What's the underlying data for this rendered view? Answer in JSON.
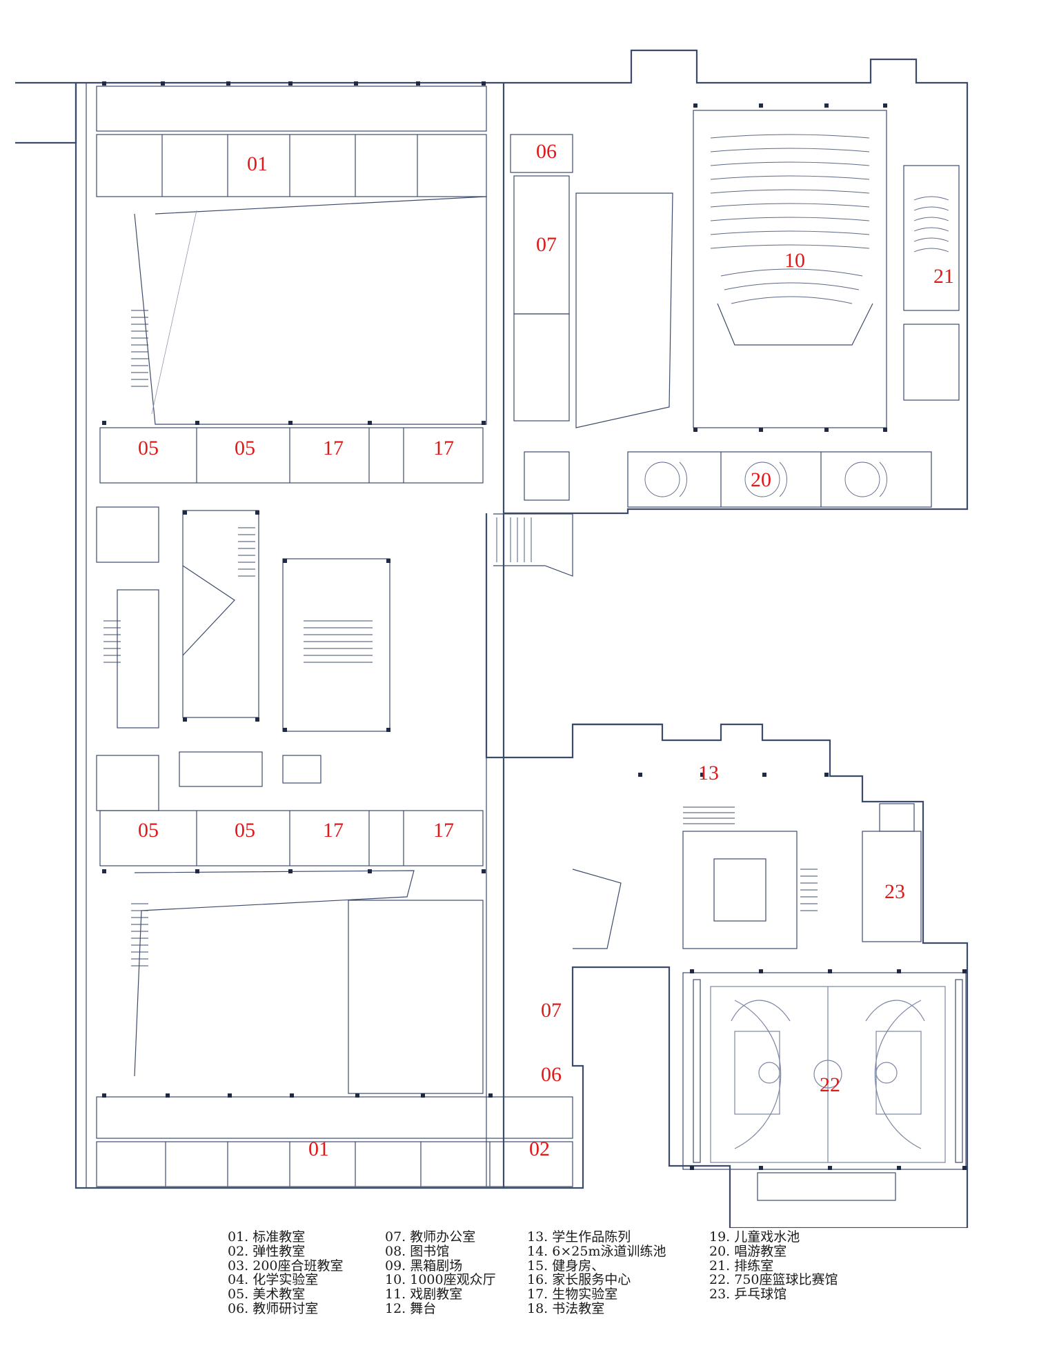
{
  "room_labels": [
    {
      "id": "06",
      "room": "teacher-seminar-north"
    },
    {
      "id": "01",
      "room": "standard-classroom-north"
    },
    {
      "id": "07",
      "room": "teacher-office-north"
    },
    {
      "id": "10",
      "room": "auditorium"
    },
    {
      "id": "21",
      "room": "rehearsal-room"
    },
    {
      "id": "05",
      "room": "art-classroom-1"
    },
    {
      "id": "05",
      "room": "art-classroom-2"
    },
    {
      "id": "17",
      "room": "biology-lab-1"
    },
    {
      "id": "17",
      "room": "biology-lab-2"
    },
    {
      "id": "20",
      "room": "singing-classroom"
    },
    {
      "id": "13",
      "room": "student-works-gallery"
    },
    {
      "id": "05",
      "room": "art-classroom-3"
    },
    {
      "id": "05",
      "room": "art-classroom-4"
    },
    {
      "id": "17",
      "room": "biology-lab-3"
    },
    {
      "id": "17",
      "room": "biology-lab-4"
    },
    {
      "id": "23",
      "room": "table-tennis-hall"
    },
    {
      "id": "07",
      "room": "teacher-office-south"
    },
    {
      "id": "06",
      "room": "teacher-seminar-south"
    },
    {
      "id": "22",
      "room": "basketball-arena"
    },
    {
      "id": "01",
      "room": "standard-classroom-south"
    },
    {
      "id": "02",
      "room": "flexible-classroom"
    }
  ],
  "legend": [
    [
      "01. 标准教室",
      "02. 弹性教室",
      "03. 200座合班教室",
      "04. 化学实验室",
      "05. 美术教室",
      "06. 教师研讨室"
    ],
    [
      "07. 教师办公室",
      "08. 图书馆",
      "09. 黑箱剧场",
      "10. 1000座观众厅",
      "11. 戏剧教室",
      "12. 舞台"
    ],
    [
      "13. 学生作品陈列",
      "14. 6×25m泳道训练池",
      "15. 健身房、",
      "16. 家长服务中心",
      "17. 生物实验室",
      "18. 书法教室"
    ],
    [
      "19. 儿童戏水池",
      "20. 唱游教室",
      "21. 排练室",
      "22. 750座篮球比赛馆",
      "23. 乒乓球馆"
    ]
  ],
  "colors": {
    "wall": "#3b4a6b",
    "label": "#e01818",
    "column": "#1f2a44"
  }
}
